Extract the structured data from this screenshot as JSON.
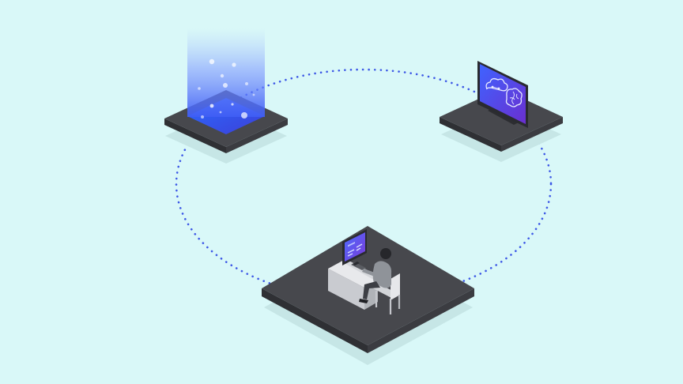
{
  "scene": {
    "background_color": "#d9f8f8",
    "accent_color": "#4a5ff0",
    "platform_color": "#47484d",
    "platforms": [
      {
        "name": "data-source-platform",
        "content_icon": "glowing-data-portal-icon"
      },
      {
        "name": "ai-model-platform",
        "content_icon": "monitor-cloud-brain-icon"
      },
      {
        "name": "workstation-platform",
        "content_icon": "person-at-desk-computer-icon"
      }
    ],
    "connection": "dotted-loop"
  }
}
